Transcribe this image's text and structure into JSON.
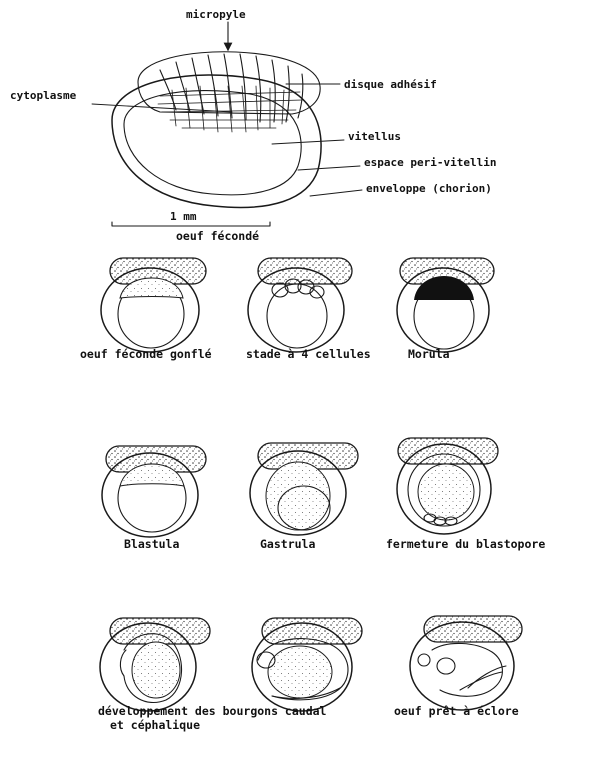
{
  "main_figure": {
    "labels": {
      "micropyle": "micropyle",
      "cytoplasme": "cytoplasme",
      "disque": "disque adhésif",
      "vitellus": "vitellus",
      "espace": "espace peri-vitellin",
      "enveloppe": "enveloppe (chorion)"
    },
    "scale_label": "1 mm",
    "caption": "oeuf fécondé"
  },
  "stages": [
    {
      "caption": "oeuf féconde gonflé"
    },
    {
      "caption": "stade à 4 cellules"
    },
    {
      "caption": "Morula"
    },
    {
      "caption": "Blastula"
    },
    {
      "caption": "Gastrula"
    },
    {
      "caption": "fermeture du blastopore"
    },
    {
      "caption": "développement des bourgons caudal"
    },
    {
      "caption": "et céphalique"
    },
    {
      "caption": "oeuf prêt à éclore"
    }
  ],
  "colors": {
    "ink": "#1a1a1a",
    "paper": "#ffffff"
  }
}
